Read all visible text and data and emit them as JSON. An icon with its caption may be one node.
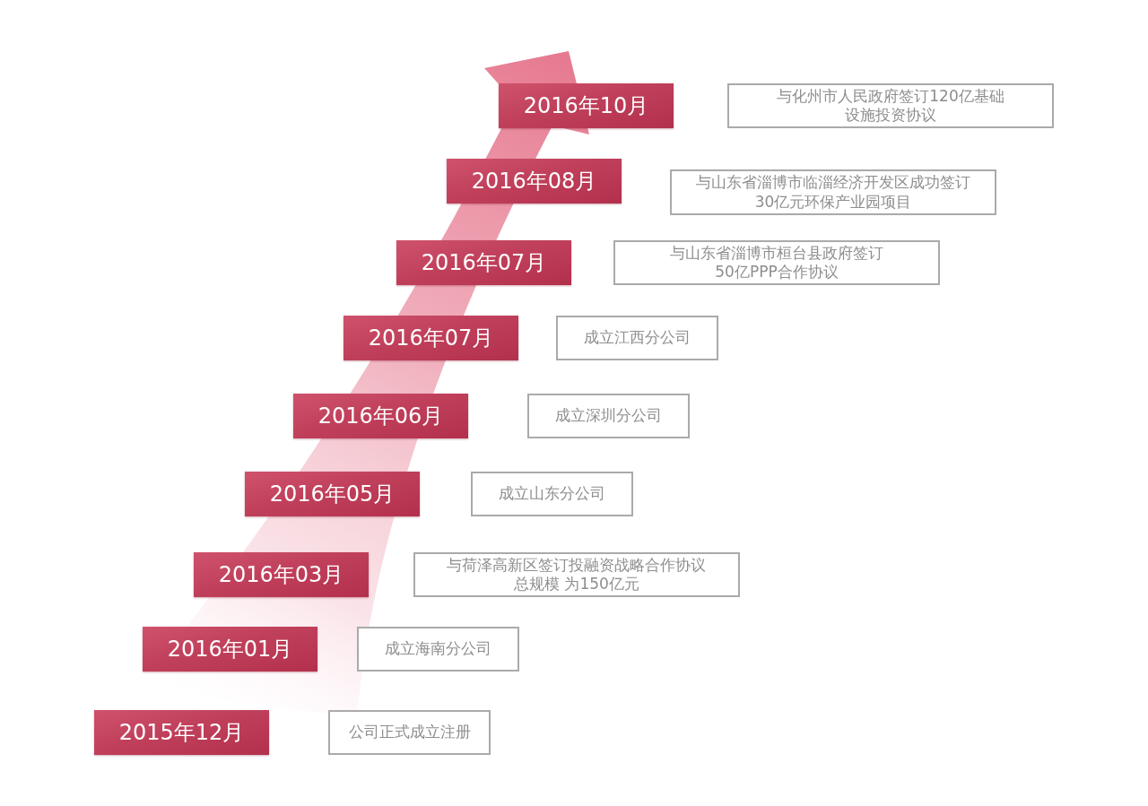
{
  "diagram": {
    "nodes": [
      {
        "text": [
          "2016年10月"
        ]
      },
      {
        "text": [
          "与化州市人民政府签订120亿基础设施投资协议"
        ]
      },
      {
        "text": [
          "2016年08月"
        ]
      },
      {
        "text": [
          "与山东省淄博市临淄经济开发区成功签订30亿元环保产业园项目"
        ]
      },
      {
        "text": [
          "2016年07月"
        ]
      },
      {
        "text": [
          "与山东省淄博市桓台县政府签订50亿PPP合作协议"
        ]
      },
      {
        "text": [
          "2016年07月"
        ]
      },
      {
        "text": [
          "成立江西分公司"
        ]
      },
      {
        "text": [
          "2016年06月"
        ]
      },
      {
        "text": [
          "成立深圳分公司"
        ]
      },
      {
        "text": [
          "2016年05月"
        ]
      },
      {
        "text": [
          "成立山东分公司"
        ]
      },
      {
        "text": [
          "2016年03月"
        ]
      },
      {
        "text": [
          "与荷泽高新区签订投融资战略合作协议总规模 为150亿元"
        ]
      },
      {
        "text": [
          "2016年01月"
        ]
      },
      {
        "text": [
          "成立海南分公司"
        ]
      },
      {
        "text": [
          "2015年12月"
        ]
      },
      {
        "text": [
          "公司正式成立注册"
        ]
      }
    ]
  }
}
